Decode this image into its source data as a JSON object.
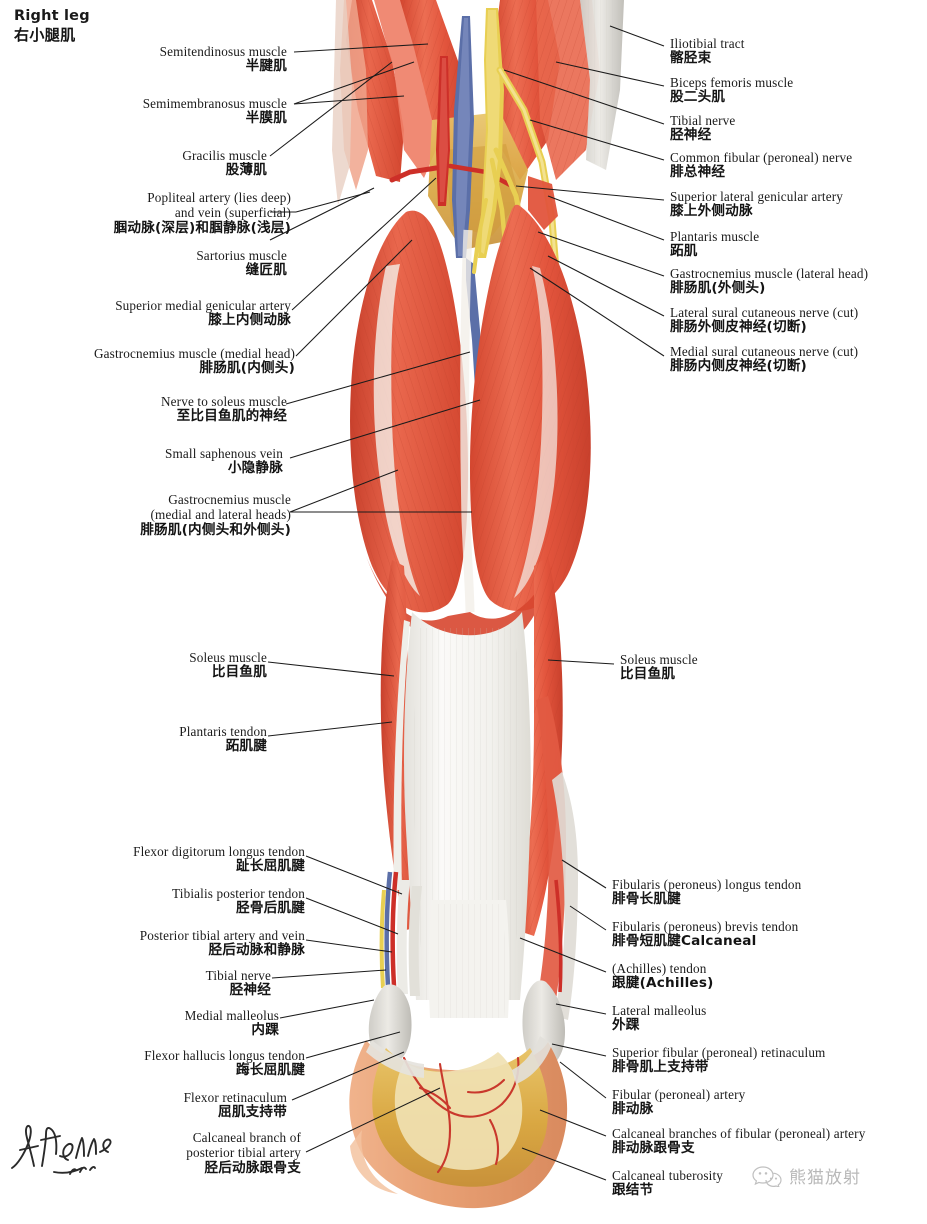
{
  "plate": {
    "title_en": "Right leg",
    "title_zh": "右小腿肌",
    "signature": "F. Netter M.D.",
    "watermark_text": "熊猫放射",
    "watermark_icon": "wechat-icon",
    "colors": {
      "muscle_red": "#e2503a",
      "muscle_red_light": "#ef7b62",
      "tendon_white": "#efeeea",
      "artery_red": "#d0312a",
      "vein_blue": "#5b6fa8",
      "nerve_yellow": "#e8cf52",
      "fat_tan": "#d8a64a",
      "bone_gray": "#d7d5d0",
      "leader_line": "#1b1b1b",
      "watermark_gray": "#8e8e8e"
    }
  },
  "labels_left": [
    {
      "en": "Semitendinosus muscle",
      "zh": "半腱肌"
    },
    {
      "en": "Semimembranosus muscle",
      "zh": "半膜肌"
    },
    {
      "en": "Gracilis muscle",
      "zh": "股薄肌"
    },
    {
      "en": "Popliteal artery (lies deep)",
      "en2": "and vein (superficial)",
      "zh": "腘动脉(深层)和腘静脉(浅层)"
    },
    {
      "en": "Sartorius muscle",
      "zh": "缝匠肌"
    },
    {
      "en": "Superior medial genicular artery",
      "zh": "膝上内侧动脉"
    },
    {
      "en": "Gastrocnemius muscle (medial head)",
      "zh": "腓肠肌(内侧头)"
    },
    {
      "en": "Nerve to soleus muscle",
      "zh": "至比目鱼肌的神经"
    },
    {
      "en": "Small saphenous vein",
      "zh": "小隐静脉"
    },
    {
      "en": "Gastrocnemius muscle",
      "en2": "(medial and lateral heads)",
      "zh": "腓肠肌(内侧头和外侧头)"
    },
    {
      "en": "Soleus muscle",
      "zh": "比目鱼肌"
    },
    {
      "en": "Plantaris tendon",
      "zh": "跖肌腱"
    },
    {
      "en": "Flexor digitorum longus tendon",
      "zh": "趾长屈肌腱"
    },
    {
      "en": "Tibialis posterior tendon",
      "zh": "胫骨后肌腱"
    },
    {
      "en": "Posterior tibial artery and vein",
      "zh": "胫后动脉和静脉"
    },
    {
      "en": "Tibial nerve",
      "zh": "胫神经"
    },
    {
      "en": "Medial malleolus",
      "zh": "内踝"
    },
    {
      "en": "Flexor hallucis longus tendon",
      "zh": "踇长屈肌腱"
    },
    {
      "en": "Flexor retinaculum",
      "zh": "屈肌支持带"
    },
    {
      "en": "Calcaneal branch of",
      "en2": "posterior tibial artery",
      "zh": "胫后动脉跟骨支"
    }
  ],
  "labels_right": [
    {
      "en": "Iliotibial tract",
      "zh": "髂胫束"
    },
    {
      "en": "Biceps femoris muscle",
      "zh": "股二头肌"
    },
    {
      "en": "Tibial nerve",
      "zh": "胫神经"
    },
    {
      "en": "Common fibular (peroneal) nerve",
      "zh": "腓总神经"
    },
    {
      "en": "Superior lateral genicular artery",
      "zh": "膝上外侧动脉"
    },
    {
      "en": "Plantaris muscle",
      "zh": "跖肌"
    },
    {
      "en": "Gastrocnemius muscle (lateral head)",
      "zh": "腓肠肌(外侧头)"
    },
    {
      "en": "Lateral sural cutaneous nerve (cut)",
      "zh": "腓肠外侧皮神经(切断)"
    },
    {
      "en": "Medial sural cutaneous nerve (cut)",
      "zh": "腓肠内侧皮神经(切断)"
    },
    {
      "en": "Soleus muscle",
      "zh": "比目鱼肌"
    },
    {
      "en": "Fibularis (peroneus) longus tendon",
      "zh": "腓骨长肌腱"
    },
    {
      "en": "Fibularis (peroneus) brevis tendon",
      "zh": "腓骨短肌腱Calcaneal"
    },
    {
      "en": "(Achilles) tendon",
      "zh": "跟腱(Achilles)"
    },
    {
      "en": "Lateral malleolus",
      "zh": "外踝"
    },
    {
      "en": "Superior fibular (peroneal) retinaculum",
      "zh": "腓骨肌上支持带"
    },
    {
      "en": "Fibular (peroneal) artery",
      "zh": "腓动脉"
    },
    {
      "en": "Calcaneal branches of fibular (peroneal) artery",
      "zh": "腓动脉跟骨支"
    },
    {
      "en": "Calcaneal tuberosity",
      "zh": "跟结节"
    }
  ]
}
